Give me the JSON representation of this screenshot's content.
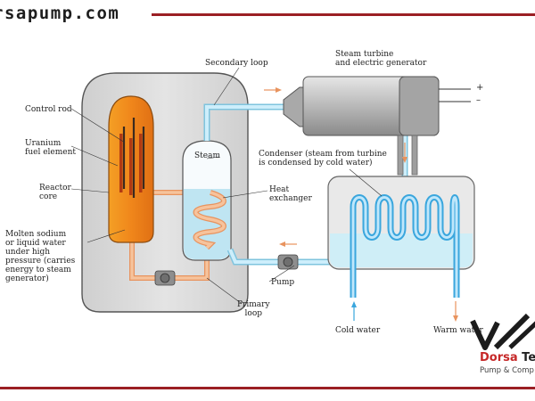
{
  "site_url": "rsapump.com",
  "labels": {
    "secondary_loop": "Secondary loop",
    "turbine": "Steam turbine\nand electric generator",
    "plus": "+",
    "minus": "–",
    "control_rod": "Control rod",
    "uranium": "Uranium\nfuel element",
    "reactor_core": "Reactor\ncore",
    "molten": "Molten sodium\nor liquid water\nunder high\npressure (carries\nenergy to steam\ngenerator)",
    "steam": "Steam",
    "condenser": "Condenser (steam from turbine\nis condensed by cold water)",
    "heat_exchanger": "Heat\nexchanger",
    "pump": "Pump",
    "primary_loop": "Primary\nloop",
    "cold_water": "Cold water",
    "warm_water": "Warm water"
  },
  "logo": {
    "name_first": "Dorsa",
    "name_rest": " Te",
    "subtitle": "Pump & Comp"
  },
  "colors": {
    "brand_red": "#9b1f24",
    "core_orange": "#f08a1a",
    "water_blue": "#8fd3ea",
    "pipe_orange": "#f2b486",
    "vessel_gray": "#d9d9d9"
  }
}
